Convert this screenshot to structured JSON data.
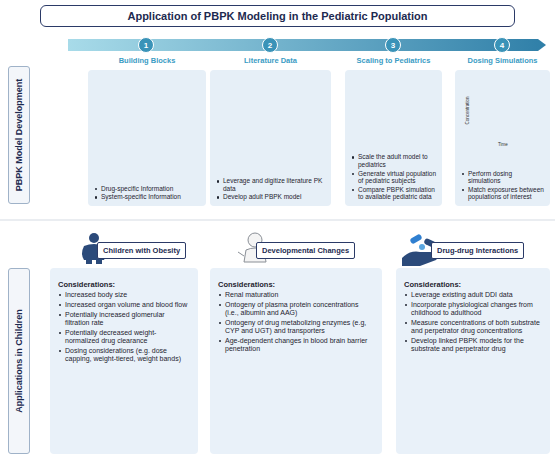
{
  "diagram": {
    "title": "Application of PBPK Modeling in the Pediatric Population",
    "nodes": [
      {
        "text": [
          "PBPK Model Development"
        ]
      },
      {
        "text": [
          "Applications in Children"
        ]
      },
      {
        "text": [
          "1"
        ]
      },
      {
        "text": [
          "2"
        ]
      },
      {
        "text": [
          "3"
        ]
      },
      {
        "text": [
          "4"
        ]
      },
      {
        "text": [
          "Building Blocks",
          "Drug-specific Information",
          "System-specific Information"
        ]
      },
      {
        "text": [
          "Literature Data",
          "Leverage and digitize literature PK data",
          "Develop adult PBPK model"
        ]
      },
      {
        "text": [
          "Scaling to Pediatrics",
          "Scale the adult model to pediatrics",
          "Generate virtual population of pediatric subjects",
          "Compare PBPK simulation to available pediatric data"
        ]
      },
      {
        "text": [
          "Dosing Simulations",
          "Perform dosing simulations",
          "Match exposures between populations of interest"
        ]
      },
      {
        "text": [
          "Children with Obesity"
        ]
      },
      {
        "text": [
          "Considerations:",
          "Increased body size",
          "Increased organ volume and blood flow",
          "Potentially increased glomerular filtration rate",
          "Potentially decreased weight-normalized drug clearance",
          "Dosing considerations (e.g. dose capping, weight-tiered, weight bands)"
        ]
      },
      {
        "text": [
          "Developmental Changes"
        ]
      },
      {
        "text": [
          "Considerations:",
          "Renal maturation",
          "Ontogeny of plasma protein concentrations (i.e., albumin and AAG)",
          "Ontogeny of drug metabolizing enzymes (e.g, CYP and UGT) and transporters",
          "Age-dependent changes in blood brain barrier penetration"
        ]
      },
      {
        "text": [
          "Drug-drug Interactions"
        ]
      },
      {
        "text": [
          "Considerations:",
          "Leverage existing adult DDI data",
          "Incorporate physiological changes from childhood to adulthood",
          "Measure concentrations of both substrate and perpetrator drug concentrations",
          "Develop linked PBPK models for the substrate and perpetrator drug"
        ]
      }
    ],
    "labels": [
      "Concentration",
      "Time"
    ]
  }
}
